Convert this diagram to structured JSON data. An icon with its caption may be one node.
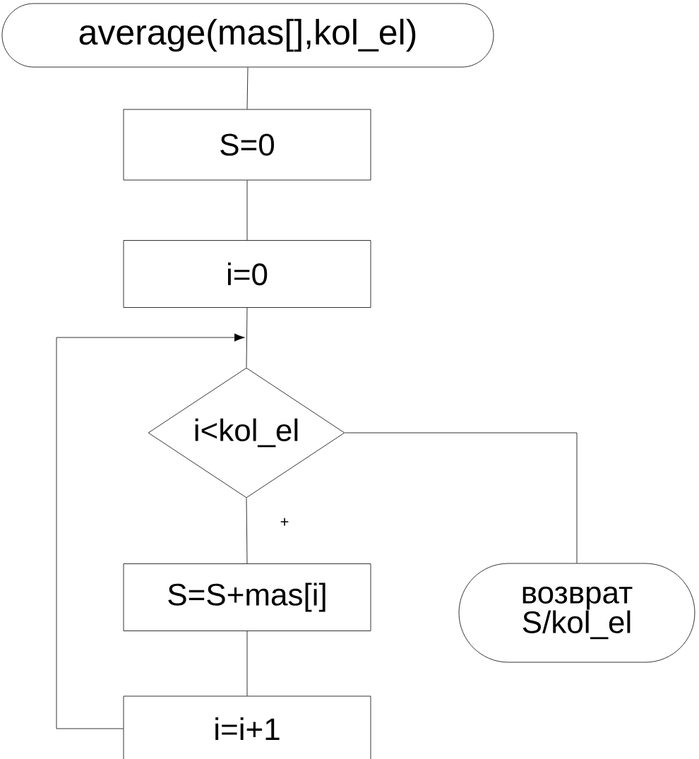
{
  "diagram": {
    "nodes": [
      {
        "text": [
          "average(mas[],kol_el)"
        ]
      },
      {
        "text": [
          "S=0"
        ]
      },
      {
        "text": [
          "i=0"
        ]
      },
      {
        "text": [
          "i<kol_el"
        ]
      },
      {
        "text": [
          "S=S+mas[i]"
        ]
      },
      {
        "text": [
          "возврат S/kol_el"
        ]
      },
      {
        "text": [
          "i=i+1"
        ]
      }
    ],
    "edges": [
      {
        "from": 0,
        "to": 1,
        "arrow": "none"
      },
      {
        "from": 1,
        "to": 2,
        "arrow": "none"
      },
      {
        "from": 2,
        "to": 3,
        "arrow": "none"
      },
      {
        "from": 3,
        "to": 4,
        "arrow": "none",
        "label": "+"
      },
      {
        "from": 4,
        "to": 6,
        "arrow": "none"
      },
      {
        "from": 6,
        "to": 3,
        "arrow": "to"
      },
      {
        "from": 3,
        "to": 5,
        "arrow": "none"
      }
    ]
  }
}
